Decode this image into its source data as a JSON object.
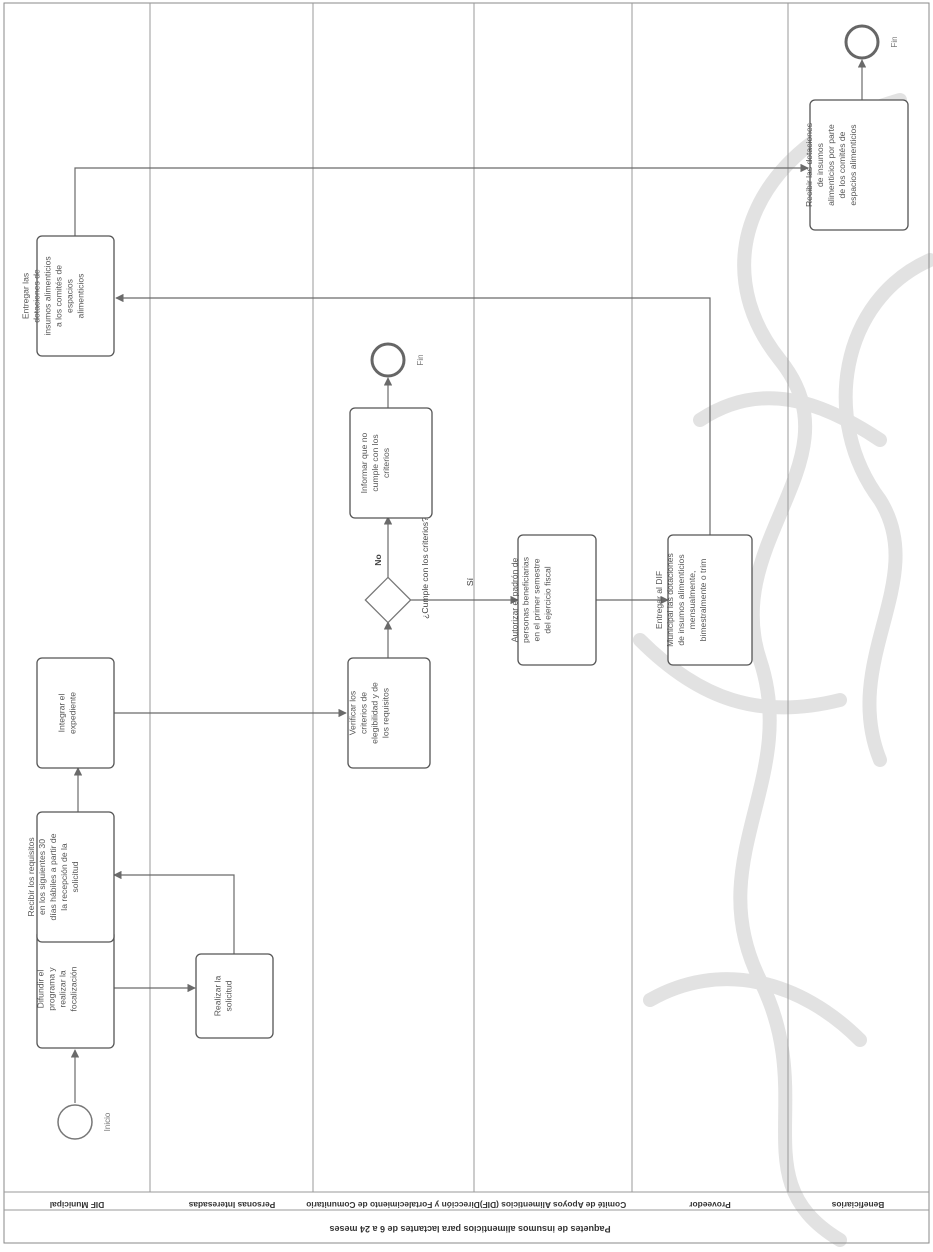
{
  "diagram": {
    "title": "Paquetes de insumos alimenticios para lactantes de 6 a 24 meses",
    "lanes": [
      {
        "name": "DIF Municipal"
      },
      {
        "name": "Personas Interesadas"
      },
      {
        "name": "Dirección y Fortalecimiento de Comunitario"
      },
      {
        "name": "Comité de Apoyos Alimenticios (DIF)"
      },
      {
        "name": "Proveedor"
      },
      {
        "name": "Beneficiarios"
      }
    ],
    "events": {
      "start": "Inicio",
      "end_criteria": "Fin",
      "end_final": "Fin"
    },
    "tasks": {
      "difundir": "Difundir el programa y realizar la focalización",
      "realizar_solicitud": "Realizar la solicitud",
      "recibir_requisitos": "Recibir los requisitos en los siguientes 30 días hábiles a partir de la recepción de la solicitud",
      "integrar": "Integrar el expediente",
      "verificar": "Verificar los criterios de elegibilidad y de los requisitos",
      "informar": "Informar que no cumple con los criterios",
      "autorizar": "Autorizar el padrón de personas beneficiarias en el primer semestre del ejercicio fiscal",
      "entregar_dif": "Entregar al DIF Municipal las dotaciones de insumos alimenticios mensualmente, bimestralmente o trim",
      "entregar_dotaciones": "Entregar las dotaciones de insumos alimenticios a los comités de espacios alimenticios",
      "recibir_dotaciones": "Recibir las dotaciones de insumos alimenticios por parte de los comités de espacios alimenticios"
    },
    "gateway": {
      "question": "¿Cumple con los criterios?",
      "no": "No",
      "yes": "Sí"
    }
  }
}
